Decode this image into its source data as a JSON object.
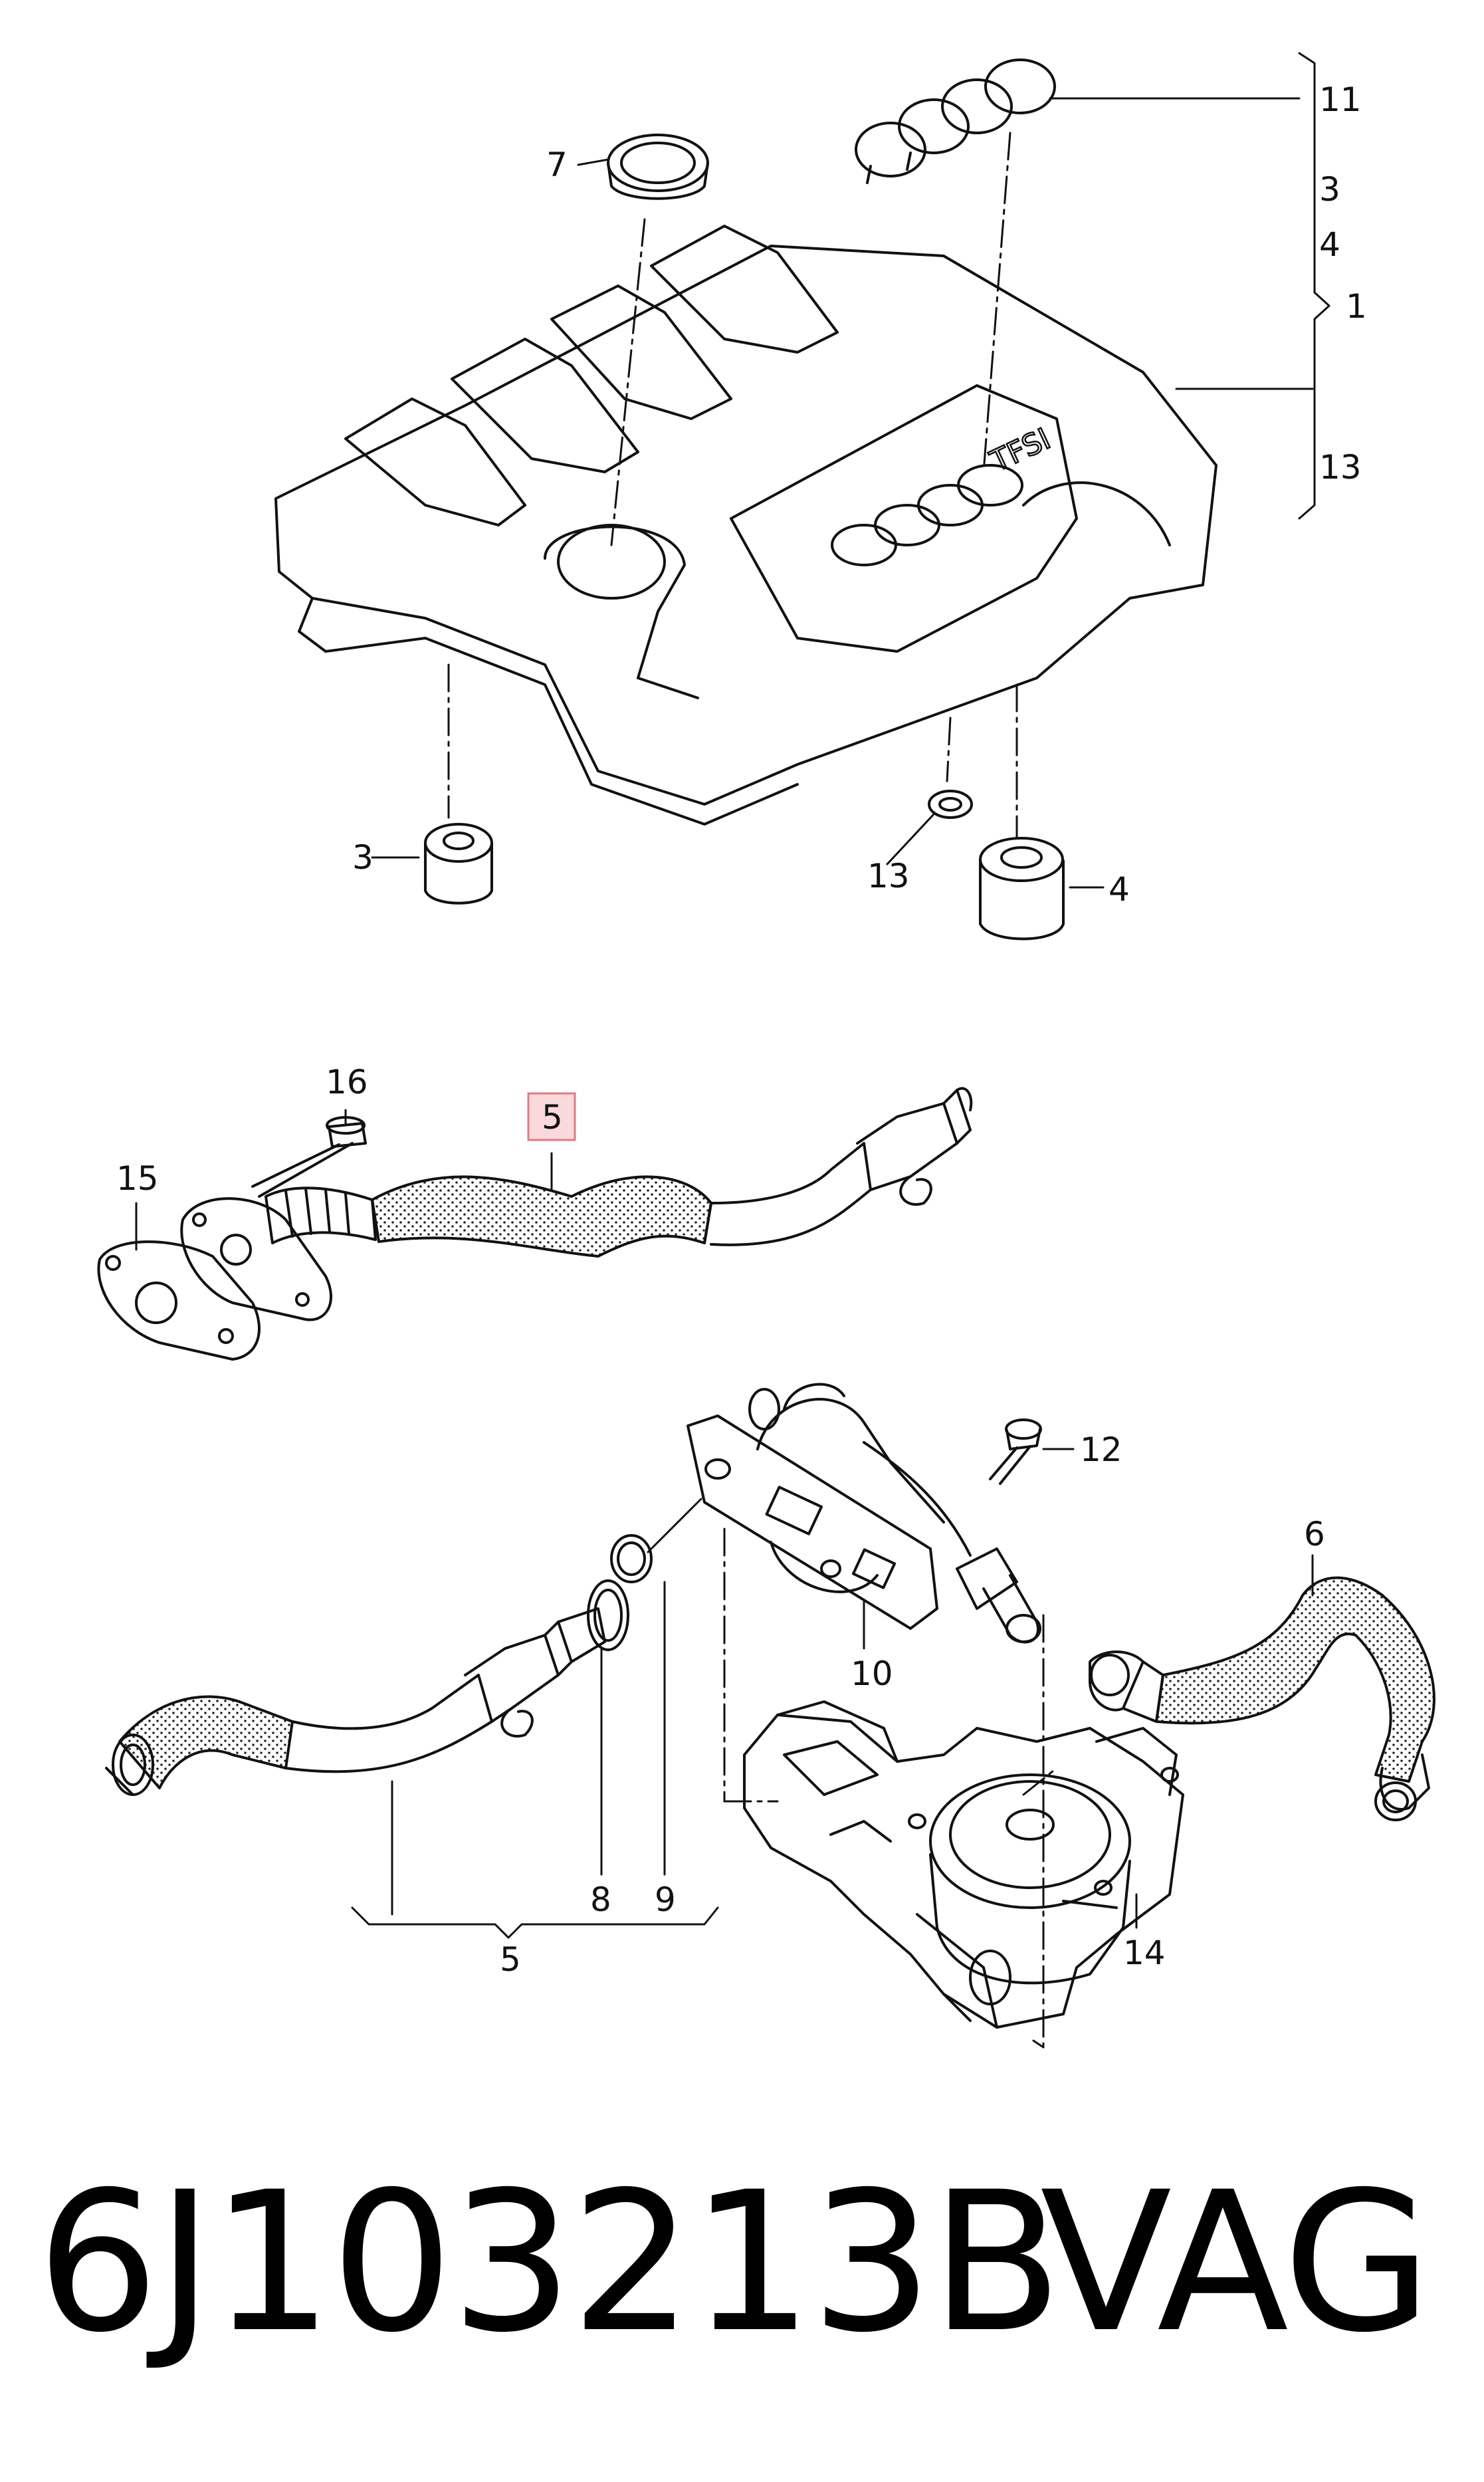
{
  "callouts": {
    "c1": "1",
    "c3a": "3",
    "c4a": "4",
    "c11": "11",
    "c13a": "13",
    "c7": "7",
    "c3b": "3",
    "c13b": "13",
    "c4b": "4",
    "c16": "16",
    "c15": "15",
    "c5a": "5",
    "c12": "12",
    "c6": "6",
    "c10": "10",
    "c8": "8",
    "c9": "9",
    "c5b": "5",
    "c14": "14"
  },
  "cover_badge": "TFSI",
  "footer": {
    "part_number": "6J103213B",
    "brand": "VAG"
  },
  "colors": {
    "highlight_fill": "#f9d9db",
    "highlight_stroke": "#e07a84",
    "line": "#111111"
  }
}
